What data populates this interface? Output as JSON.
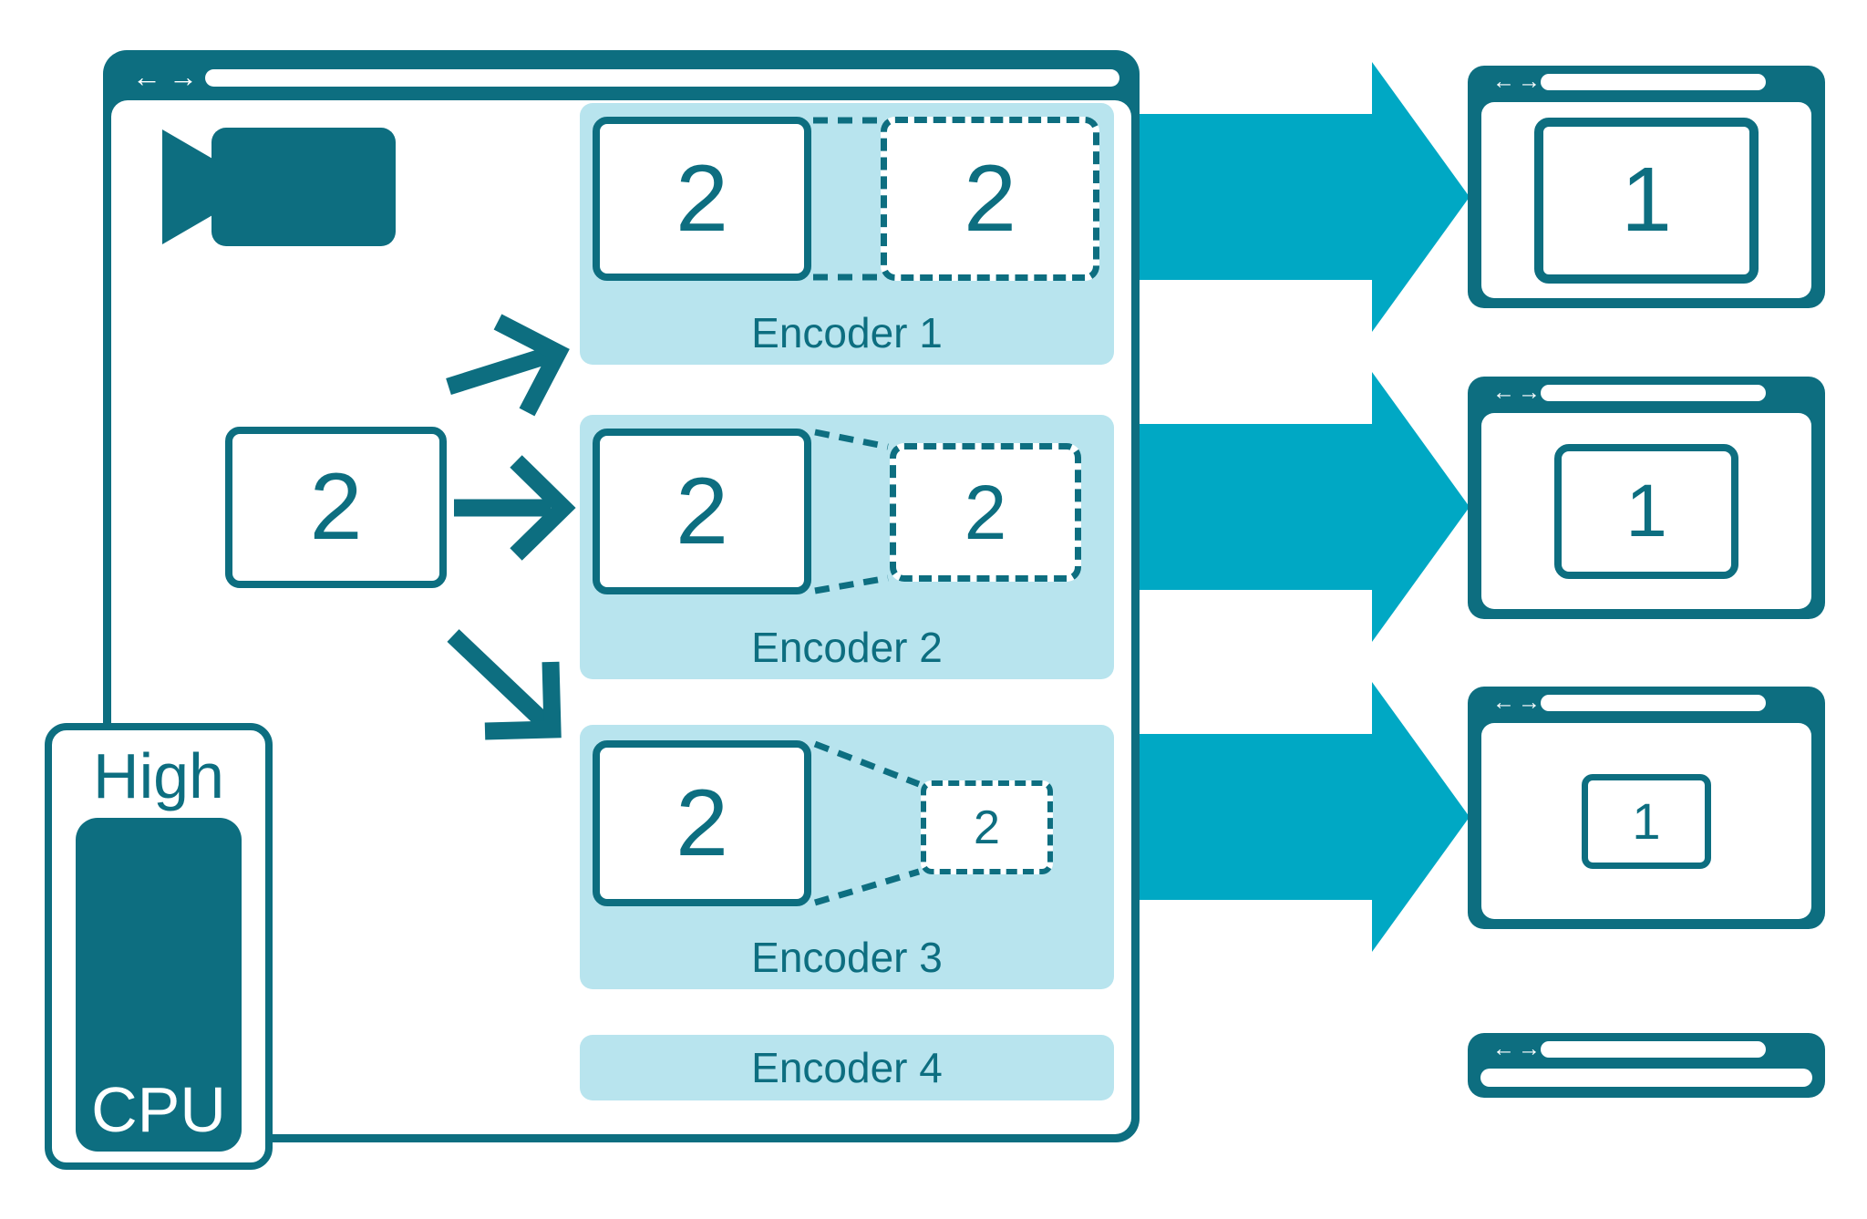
{
  "colors": {
    "teal_dark": "#0d6e80",
    "cyan_arrow": "#00a8c4",
    "panel_light": "#b8e4ee",
    "white": "#ffffff"
  },
  "main_window": {
    "nav": {
      "back": "←",
      "forward": "→"
    },
    "camera_icon": "video-camera",
    "source_box": {
      "value": "2"
    },
    "encoders": [
      {
        "label": "Encoder 1",
        "input_value": "2",
        "output_value": "2",
        "output_scale": "full"
      },
      {
        "label": "Encoder 2",
        "input_value": "2",
        "output_value": "2",
        "output_scale": "medium"
      },
      {
        "label": "Encoder 3",
        "input_value": "2",
        "output_value": "2",
        "output_scale": "small"
      },
      {
        "label": "Encoder 4"
      }
    ]
  },
  "cpu_gauge": {
    "level": "High",
    "label": "CPU"
  },
  "output_windows": [
    {
      "nav": {
        "back": "←",
        "forward": "→"
      },
      "content_value": "1",
      "scale": "large"
    },
    {
      "nav": {
        "back": "←",
        "forward": "→"
      },
      "content_value": "1",
      "scale": "medium"
    },
    {
      "nav": {
        "back": "←",
        "forward": "→"
      },
      "content_value": "1",
      "scale": "small"
    },
    {
      "nav": {
        "back": "←",
        "forward": "→"
      },
      "collapsed": true
    }
  ]
}
